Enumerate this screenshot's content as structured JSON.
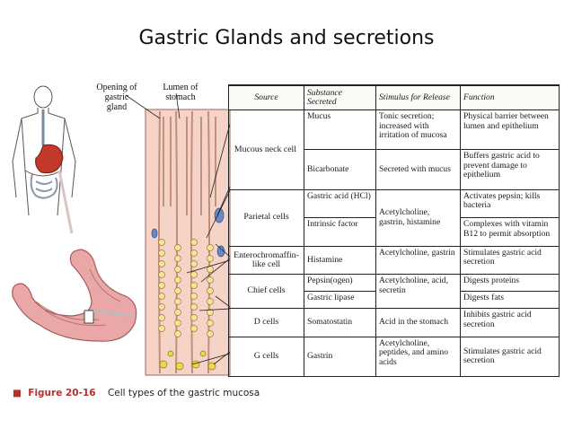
{
  "slide": {
    "title": "Gastric Glands and secretions"
  },
  "labels": {
    "opening": "Opening of gastric gland",
    "lumen": "Lumen of stomach"
  },
  "table": {
    "headers": [
      "Source",
      "Substance Secreted",
      "Stimulus for Release",
      "Function"
    ],
    "cells": {
      "mucous_cell": "Mucous neck cell",
      "parietal_cells": "Parietal cells",
      "ecl_cell": "Enterochromaffin-like cell",
      "chief_cells": "Chief cells",
      "d_cells": "D cells",
      "g_cells": "G cells",
      "mucus": "Mucus",
      "mucus_stimulus": "Tonic secretion; increased with irritation of mucosa",
      "mucus_function": "Physical barrier between lumen and epithelium",
      "bicarbonate": "Bicarbonate",
      "bicarb_stimulus": "Secreted with mucus",
      "bicarb_function": "Buffers gastric acid to prevent damage to epithelium",
      "gastric_acid": "Gastric acid (HCl)",
      "acid_function": "Activates pepsin; kills bacteria",
      "intrinsic_factor": "Intrinsic factor",
      "parietal_stimulus": "Acetylcholine, gastrin, histamine",
      "intrinsic_function": "Complexes with vitamin B12 to permit absorption",
      "histamine": "Histamine",
      "histamine_stimulus": "Acetylcholine, gastrin",
      "histamine_function": "Stimulates gastric acid secretion",
      "pepsinogen": "Pepsin(ogen)",
      "pepsin_function": "Digests proteins",
      "gastric_lipase": "Gastric lipase",
      "lipase_function": "Digests fats",
      "chief_stimulus": "Acetylcholine, acid, secretin",
      "somatostatin": "Somatostatin",
      "somatostatin_stimulus": "Acid in the stomach",
      "somatostatin_function": "Inhibits gastric acid secretion",
      "gastrin": "Gastrin",
      "gastrin_stimulus": "Acetylcholine, peptides, and amino acids",
      "gastrin_function": "Stimulates gastric acid secretion"
    }
  },
  "caption": {
    "bullet": "■",
    "figure_number": "Figure 20-16",
    "text": "Cell types of the gastric mucosa"
  },
  "colors": {
    "accent_red": "#b5302a",
    "tissue_pink": "#f2c6b8",
    "stomach_pink": "#e7a3a3",
    "cell_yellow": "#f3e48a"
  }
}
